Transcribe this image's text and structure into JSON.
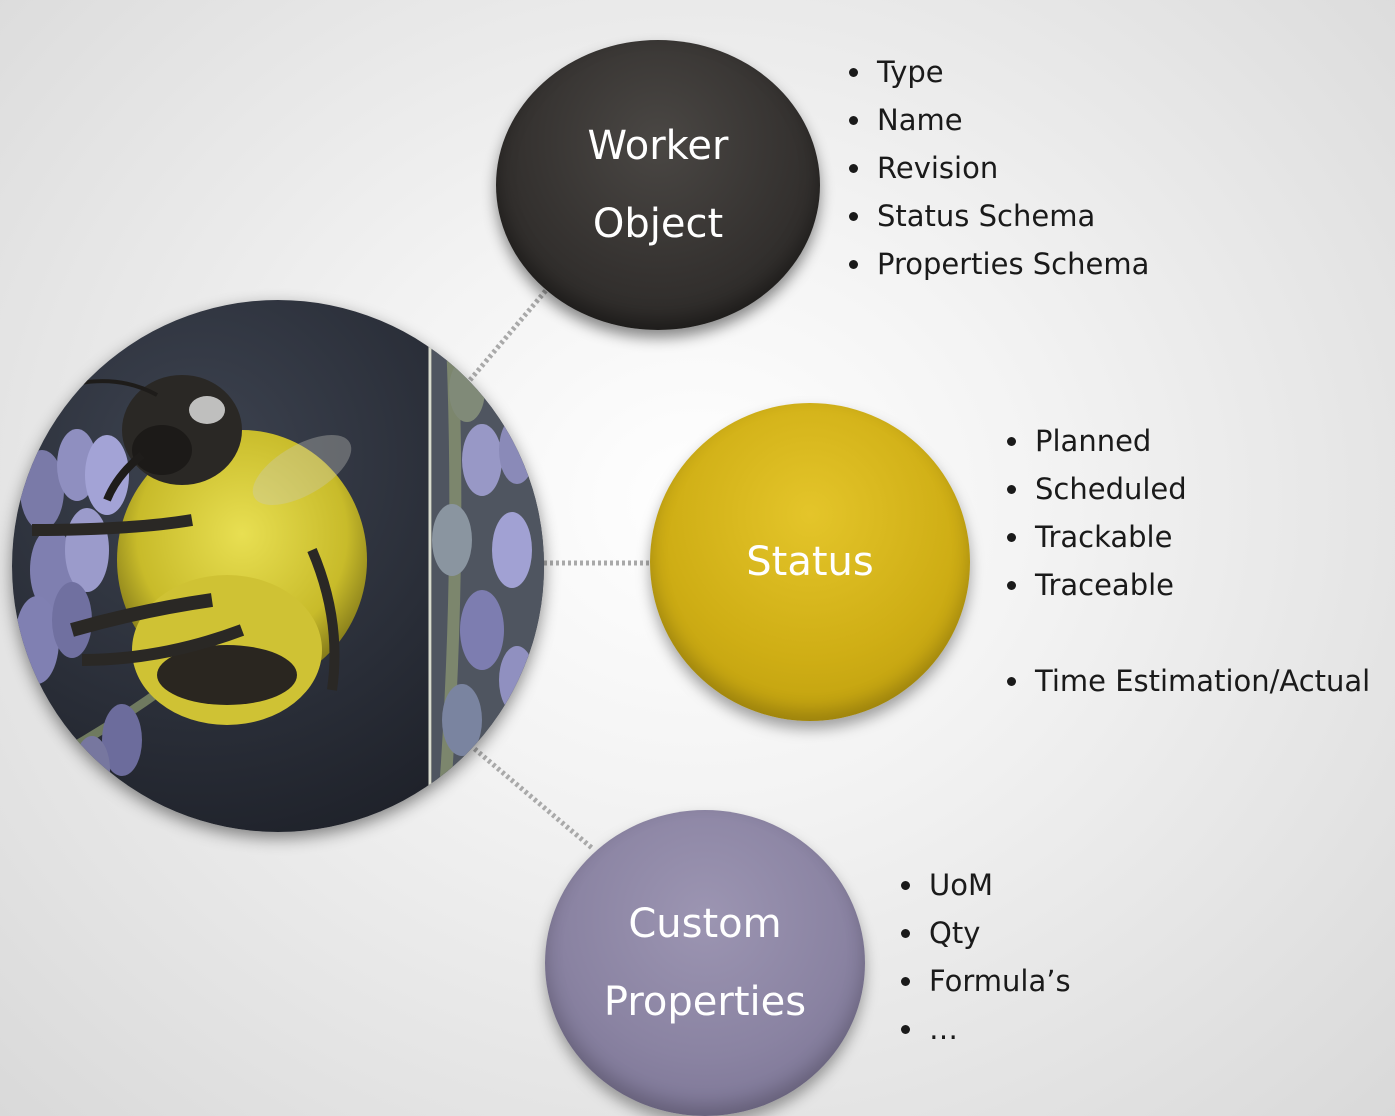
{
  "nodes": {
    "worker": {
      "line1": "Worker",
      "line2": "Object"
    },
    "status": {
      "label": "Status"
    },
    "custom": {
      "line1": "Custom",
      "line2": "Properties"
    }
  },
  "lists": {
    "worker": [
      "Type",
      "Name",
      "Revision",
      "Status Schema",
      "Properties Schema"
    ],
    "status": [
      "Planned",
      "Scheduled",
      "Trackable",
      "Traceable",
      "Time Estimation/Actual"
    ],
    "custom": [
      "UoM",
      "Qty",
      "Formula’s",
      "…"
    ]
  },
  "colors": {
    "worker_node": "#353230",
    "status_node": "#cfae15",
    "custom_node": "#8a83a2",
    "connector": "#a9a9a9"
  },
  "icons": {
    "photo": "bumblebee-on-lavender-image"
  }
}
